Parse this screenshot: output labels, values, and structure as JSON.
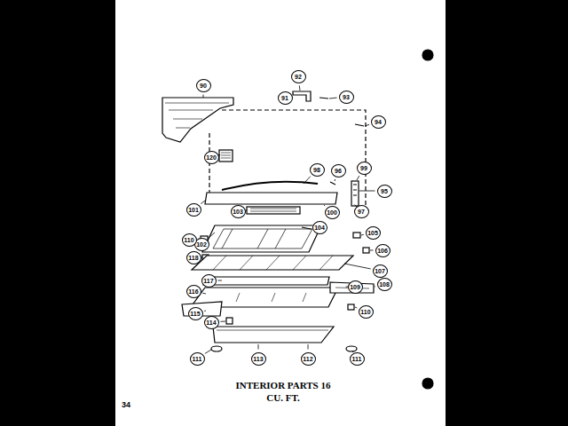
{
  "diagram": {
    "title": "INTERIOR PARTS 16 CU. FT.",
    "labels": [
      "90",
      "92",
      "91",
      "93",
      "94",
      "120",
      "98",
      "96",
      "99",
      "95",
      "97",
      "101",
      "103",
      "100",
      "102",
      "104",
      "110",
      "105",
      "106",
      "118",
      "107",
      "117",
      "116",
      "109",
      "108",
      "115",
      "110",
      "114",
      "113",
      "112",
      "111",
      "111",
      "34"
    ]
  }
}
